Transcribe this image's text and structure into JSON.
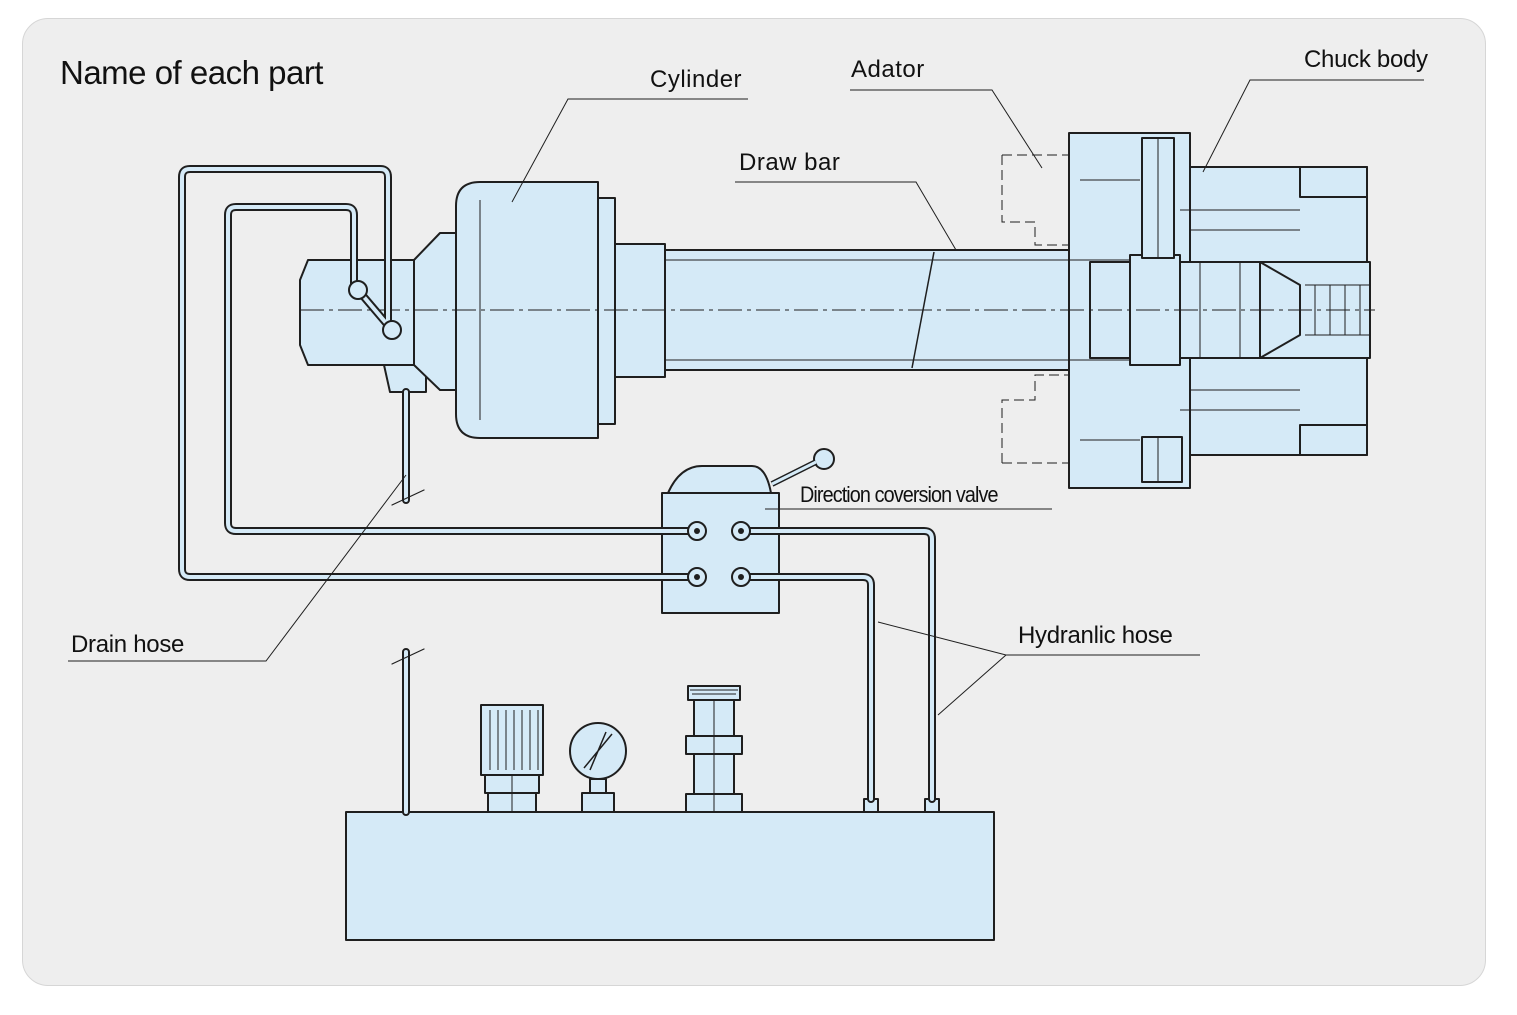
{
  "title": "Name of each part",
  "labels": {
    "cylinder": "Cylinder",
    "adator": "Adator",
    "chuck_body": "Chuck body",
    "draw_bar": "Draw bar",
    "direction_valve": "Direction coversion valve",
    "drain_hose": "Drain hose",
    "hydraulic_hose": "Hydranlic hose"
  },
  "colors": {
    "part_fill": "#d5eaf7",
    "outline": "#1f1f1f",
    "panel_bg": "#eeeeee"
  }
}
